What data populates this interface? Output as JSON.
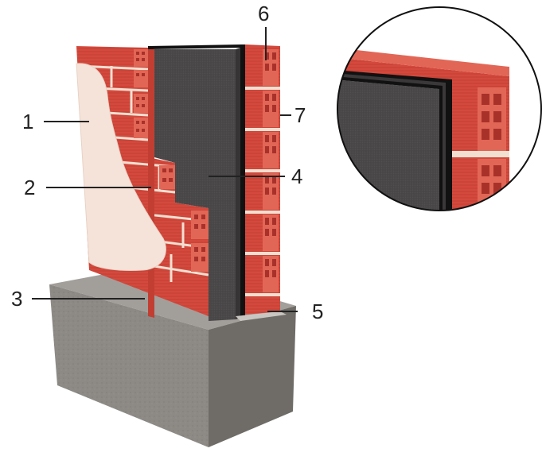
{
  "colors": {
    "background": "#ffffff",
    "brick": "#d4493d",
    "brick_dark": "#a8322a",
    "brick_light": "#e26656",
    "mortar": "#f1e0d2",
    "plaster": "#f5e3d9",
    "insulation": "#4a4848",
    "insulation_dark": "#363434",
    "membrane": "#111111",
    "concrete": "#8d8a86",
    "concrete_dark": "#6f6c68",
    "concrete_top": "#a29f9b",
    "label": "#222222"
  },
  "callouts": [
    {
      "id": "1",
      "label": "1"
    },
    {
      "id": "2",
      "label": "2"
    },
    {
      "id": "3",
      "label": "3"
    },
    {
      "id": "4",
      "label": "4"
    },
    {
      "id": "5",
      "label": "5"
    },
    {
      "id": "6",
      "label": "6"
    },
    {
      "id": "7",
      "label": "7"
    }
  ],
  "icons": {
    "detail_view": "magnified-corner-detail"
  }
}
